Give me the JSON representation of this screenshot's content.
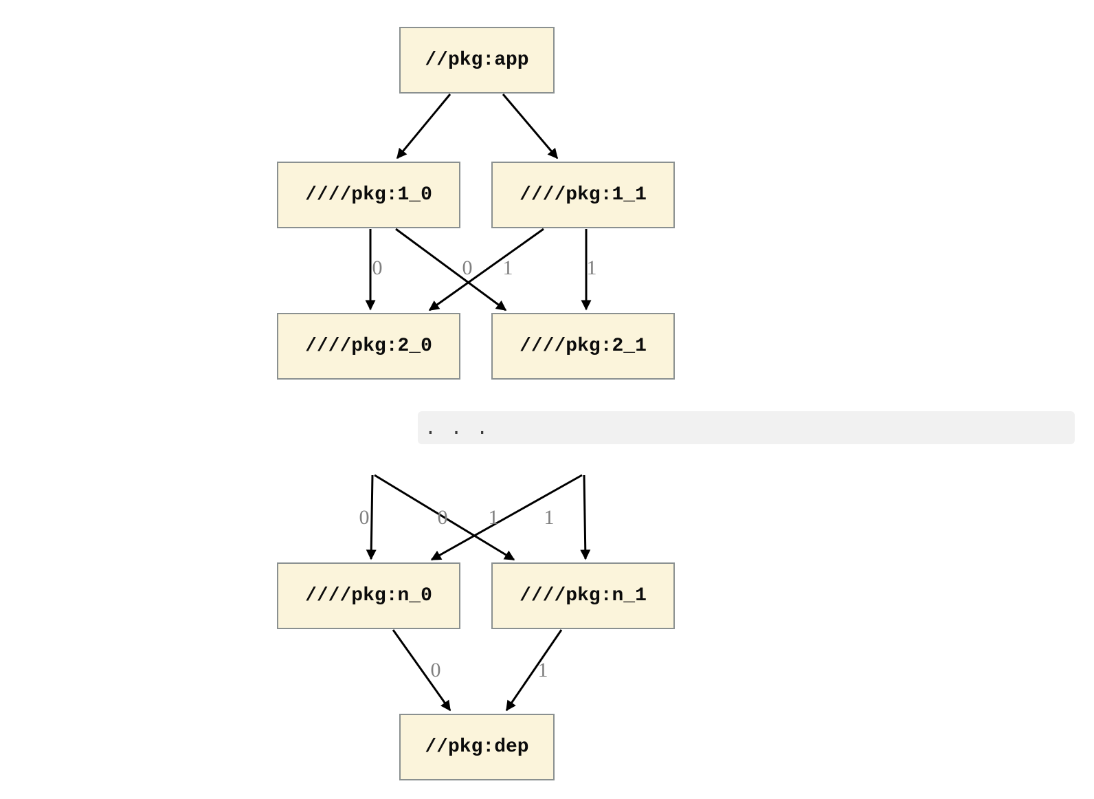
{
  "graph": {
    "nodes": {
      "app": "//pkg:app",
      "l1_0": "////pkg:1_0",
      "l1_1": "////pkg:1_1",
      "l2_0": "////pkg:2_0",
      "l2_1": "////pkg:2_1",
      "ln_0": "////pkg:n_0",
      "ln_1": "////pkg:n_1",
      "dep": "//pkg:dep"
    },
    "edge_labels": {
      "row1": [
        "0",
        "0",
        "1",
        "1"
      ],
      "rown": [
        "0",
        "0",
        "1",
        "1"
      ],
      "dep": [
        "0",
        "1"
      ]
    },
    "ellipsis": ". . .",
    "colors": {
      "node_fill": "#FBF4DB",
      "node_border": "#8A9090",
      "edge": "#000000",
      "edge_label": "#7F7F7F",
      "code_band_bg": "#F1F1F1"
    }
  }
}
